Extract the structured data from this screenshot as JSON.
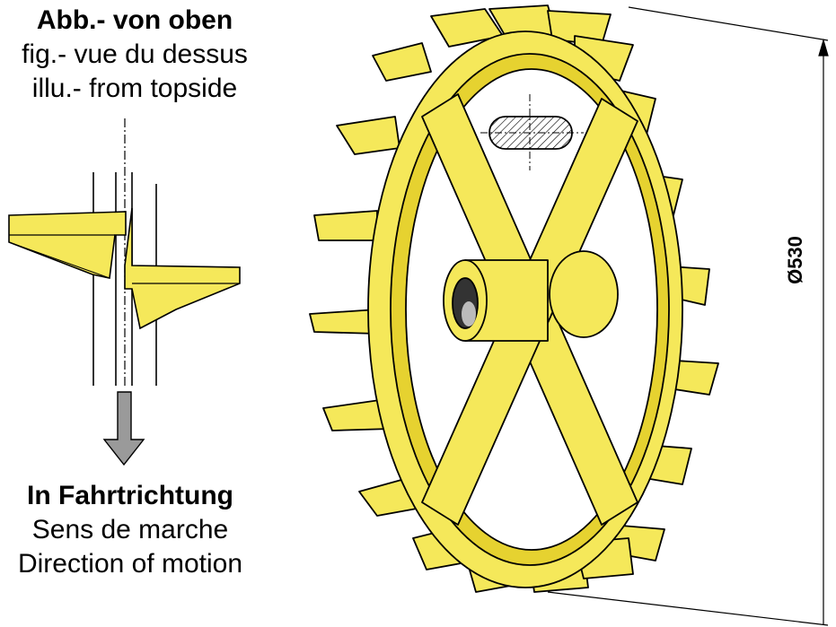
{
  "top_view": {
    "title_de": "Abb.- von oben",
    "title_fr": "fig.- vue du dessus",
    "title_en": "illu.- from topside"
  },
  "direction": {
    "title_de": "In Fahrtrichtung",
    "title_fr": "Sens de marche",
    "title_en": "Direction of motion"
  },
  "dimension": {
    "diameter_label": "Ø530"
  },
  "colors": {
    "wheel_fill": "#f5e85a",
    "wheel_shade": "#e6d230",
    "arrow_fill": "#9a9a9a",
    "outline": "#000000"
  }
}
